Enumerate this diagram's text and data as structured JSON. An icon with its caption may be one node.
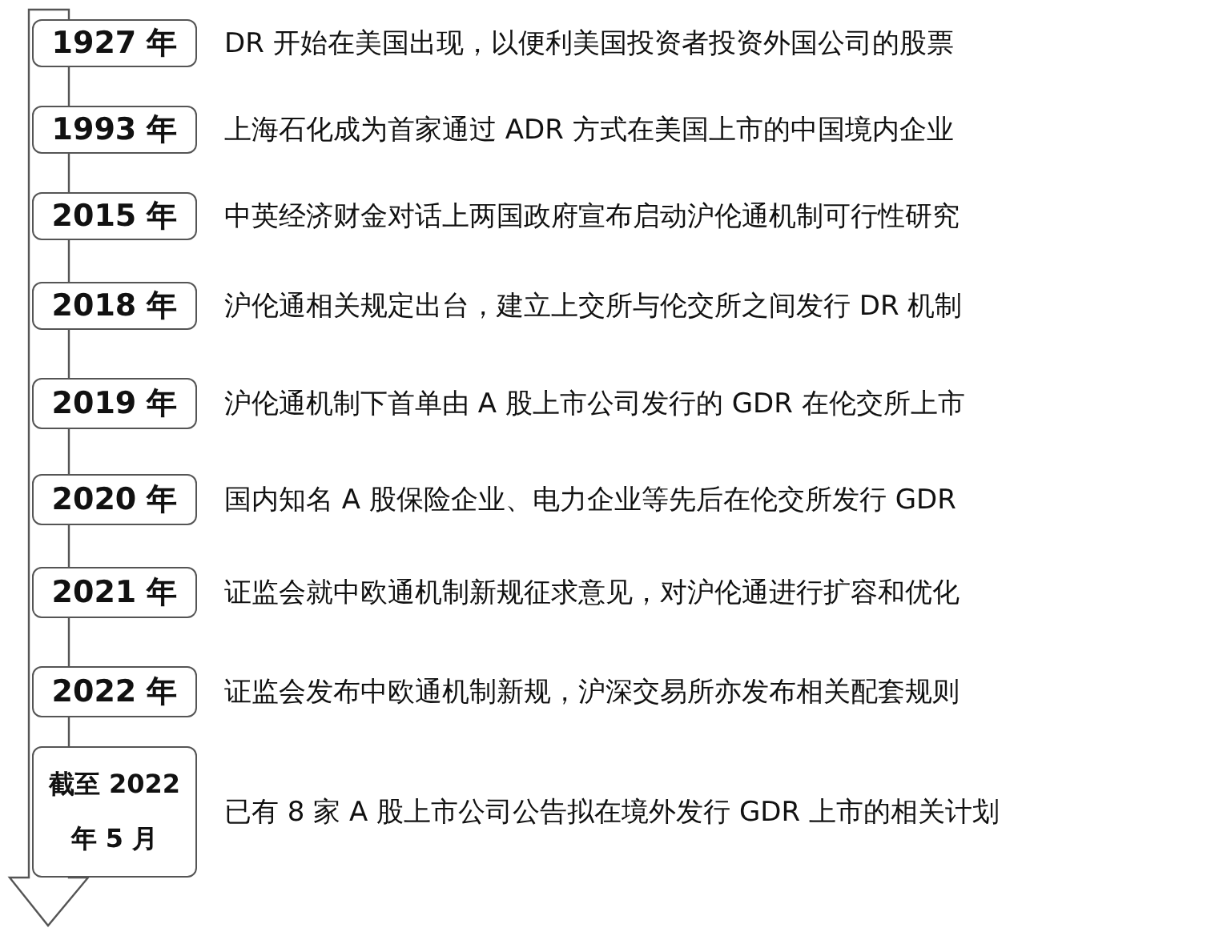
{
  "diagram": {
    "nodes": [
      {
        "text": [
          "1927 年"
        ],
        "beside": [
          "DR 开始在美国出现，以便利美国投资者投资外国公司的股票"
        ]
      },
      {
        "text": [
          "1993 年"
        ],
        "beside": [
          "上海石化成为首家通过 ADR 方式在美国上市的中国境内企业"
        ]
      },
      {
        "text": [
          "2015 年"
        ],
        "beside": [
          "中英经济财金对话上两国政府宣布启动沪伦通机制可行性研究"
        ]
      },
      {
        "text": [
          "2018 年"
        ],
        "beside": [
          "沪伦通相关规定出台，建立上交所与伦交所之间发行 DR 机制"
        ]
      },
      {
        "text": [
          "2019 年"
        ],
        "beside": [
          "沪伦通机制下首单由 A 股上市公司发行的 GDR 在伦交所上市"
        ]
      },
      {
        "text": [
          "2020 年"
        ],
        "beside": [
          "国内知名 A 股保险企业、电力企业等先后在伦交所发行 GDR"
        ]
      },
      {
        "text": [
          "2021 年"
        ],
        "beside": [
          "证监会就中欧通机制新规征求意见，对沪伦通进行扩容和优化"
        ]
      },
      {
        "text": [
          "2022 年"
        ],
        "beside": [
          "证监会发布中欧通机制新规，沪深交易所亦发布相关配套规则"
        ]
      },
      {
        "text": [
          "截至 2022 年 5 月"
        ],
        "beside": [
          "已有 8 家 A 股上市公司公告拟在境外发行 GDR 上市的相关计划"
        ]
      }
    ]
  }
}
